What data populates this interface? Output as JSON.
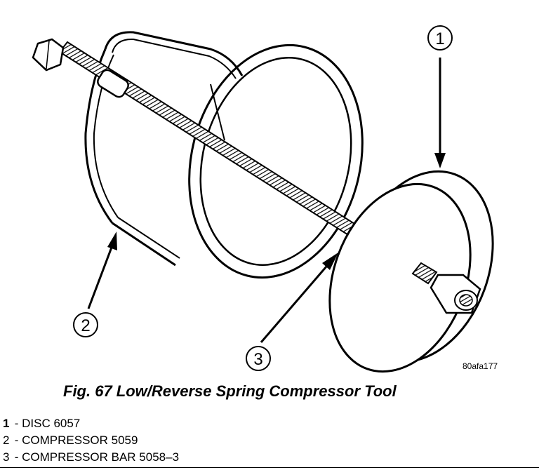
{
  "callouts": [
    "1",
    "2",
    "3"
  ],
  "reference_code": "80afa177",
  "caption": "Fig. 67 Low/Reverse Spring Compressor Tool",
  "legend": [
    {
      "num": "1",
      "sep": " - ",
      "text": "DISC 6057"
    },
    {
      "num": "2",
      "sep": " - ",
      "text": "COMPRESSOR 5059"
    },
    {
      "num": "3",
      "sep": " - ",
      "text": "COMPRESSOR BAR 5058–3"
    }
  ]
}
